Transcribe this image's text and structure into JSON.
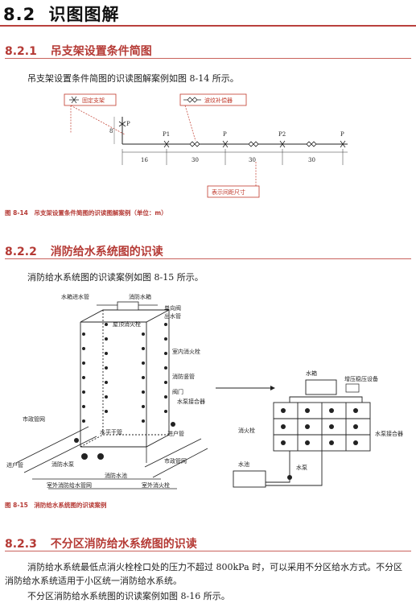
{
  "section": {
    "number": "8.2",
    "title": "识图图解"
  },
  "s1": {
    "number": "8.2.1",
    "title": "吊支架设置条件简图",
    "intro": "吊支架设置条件简图的识读图解案例如图 8-14 所示。",
    "callout_fixed": "固定支架",
    "callout_compensator": "波纹补偿器",
    "callout_spacing": "表示间距尺寸",
    "labels": {
      "p": "P",
      "p1": "P1",
      "p2": "P2",
      "dim16": "16",
      "dim30": "30",
      "vdim": "8"
    },
    "caption": "图 8-14　吊支架设置条件简图的识读图解案例（单位：m）"
  },
  "s2": {
    "number": "8.2.2",
    "title": "消防给水系统图的识读",
    "intro": "消防给水系统图的识读案例如图 8-15 所示。",
    "left_labels": {
      "inlet_tank": "水箱进水管",
      "fire_tank": "消防水箱",
      "check_valve": "单向阀",
      "outlet": "出水管",
      "top_hydrant": "屋顶消火栓",
      "indoor_hydrant": "室内消火栓",
      "riser": "消防竖管",
      "valve": "阀门",
      "pump_adapter": "水泵接合器",
      "city_net1": "市政管网",
      "horizontal": "水平干管",
      "inlet_pipe": "进户管",
      "inlet": "进户管",
      "fire_pump": "消防水泵",
      "city_net2": "市政管网",
      "outdoor_net": "室外消防给水管网",
      "fire_pool": "消防水池",
      "outdoor_hydrant": "室外消火栓"
    },
    "right_labels": {
      "tank": "水箱",
      "pressure": "增压稳压设备",
      "hydrant": "消火栓",
      "adapter": "水泵接合器",
      "pool": "水池",
      "pump": "水泵"
    },
    "caption": "图 8-15　消防给水系统图的识读案例"
  },
  "s3": {
    "number": "8.2.3",
    "title": "不分区消防给水系统图的识读",
    "p1": "消防给水系统最低点消火栓栓口处的压力不超过 800kPa 时，可以采用不分区给水方式。不分区消防给水系统适用于小区统一消防给水系统。",
    "p2": "不分区消防给水系统图的识读案例如图 8-16 所示。"
  },
  "colors": {
    "accent": "#b53a35",
    "rule": "#b9413d",
    "callout": "#c0392b"
  }
}
